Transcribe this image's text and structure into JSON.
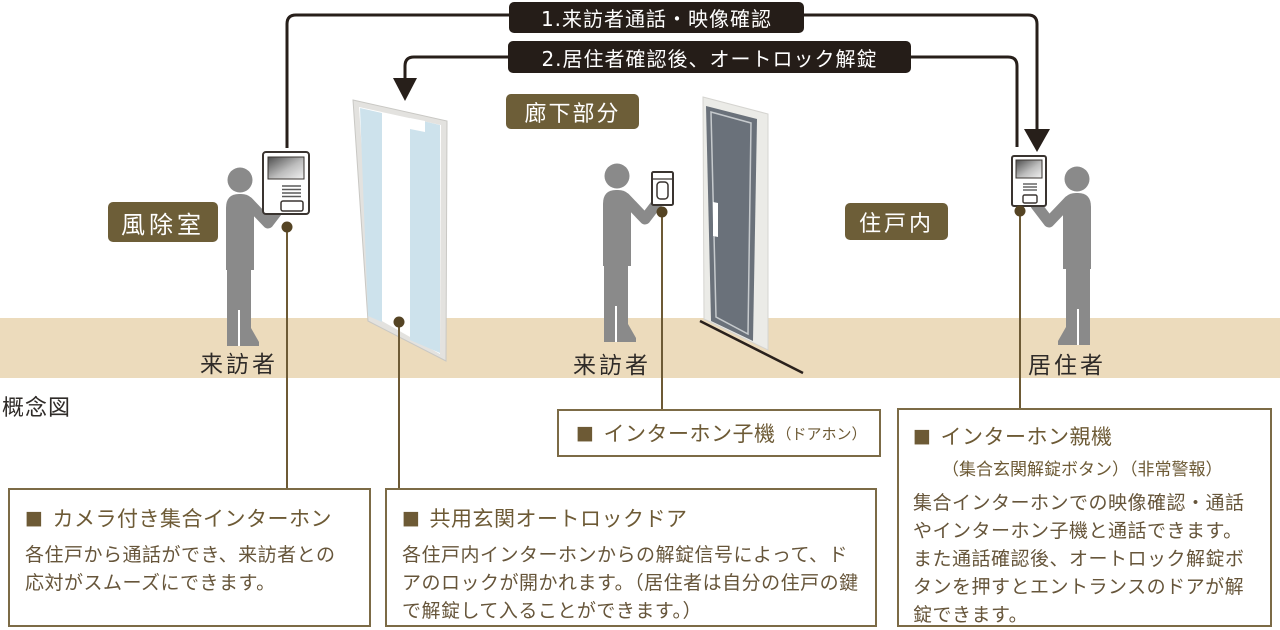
{
  "diagram_caption": "概念図",
  "flow_banners": [
    {
      "label": "1.来訪者通話・映像確認"
    },
    {
      "label": "2.居住者確認後、オートロック解錠"
    }
  ],
  "area_labels": {
    "entrance": "風除室",
    "corridor": "廊下部分",
    "dwelling": "住戸内"
  },
  "person_labels": {
    "visitor_entrance": "来訪者",
    "visitor_corridor": "来訪者",
    "resident": "居住者"
  },
  "callouts": {
    "collective_intercom": {
      "bullet": "■",
      "title": "カメラ付き集合インターホン",
      "body": "各住戸から通話ができ、来訪者との応対がスムーズにできます。"
    },
    "autolock_door": {
      "bullet": "■",
      "title": "共用玄関オートロックドア",
      "body": "各住戸内インターホンからの解錠信号によって、ドアのロックが開かれます。（居住者は自分の住戸の鍵で解錠して入ることができます。）"
    },
    "doorphone": {
      "bullet": "■",
      "title": "インターホン子機",
      "title_note": "（ドアホン）"
    },
    "master_station": {
      "bullet": "■",
      "title": "インターホン親機",
      "subtitle": "（集合玄関解錠ボタン）（非常警報）",
      "body": "集合インターホンでの映像確認・通話やインターホン子機と通話できます。また通話確認後、オートロック解錠ボタンを押すとエントランスのドアが解錠できます。"
    }
  },
  "colors": {
    "banner_bg": "#251d18",
    "area_label_bg": "#6d5e38",
    "text_brown": "#6d5a35",
    "callout_border": "#7c6b46",
    "floor": "#ecdbbc",
    "glass_pane": "#cde2ec",
    "door_leaf": "#6a717a",
    "silhouette_gray": "#8a8a8a",
    "connector_brown": "#6d5a35",
    "flow_line_black": "#271f1a"
  }
}
